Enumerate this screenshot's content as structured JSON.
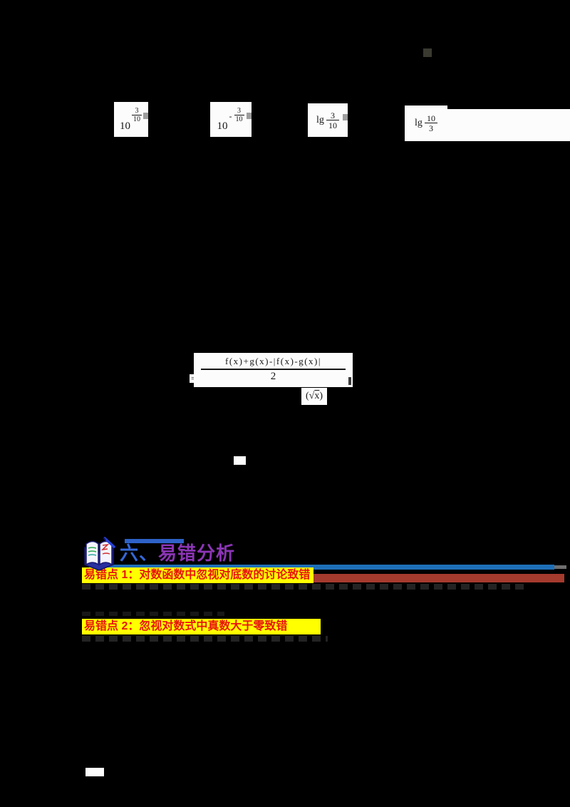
{
  "colors": {
    "page_bg": "#000000",
    "chip_bg": "#fcfcfc",
    "blue_line": "#1e6fb8",
    "red_bar": "#a53a2e",
    "highlight_yellow": "#ffff00",
    "error_text_red": "#e8150d",
    "heading_number_blue": "#3468d8",
    "heading_title_purple": "#8b35b5"
  },
  "options": [
    {
      "base": "10",
      "sign": "",
      "num": "3",
      "den": "10"
    },
    {
      "base": "10",
      "sign": "-",
      "num": "3",
      "den": "10"
    },
    {
      "prefix": "lg",
      "num": "3",
      "den": "10"
    },
    {
      "prefix": "lg",
      "num": "10",
      "den": "3"
    }
  ],
  "formula": {
    "equals": "=",
    "numerator": "f(x)+g(x)-|f(x)-g(x)|",
    "denominator": "2",
    "radical_open": "(",
    "radical_sign": "√",
    "radicand": "x",
    "radical_close": ")"
  },
  "section": {
    "number": "六、",
    "title": "易错分析"
  },
  "error_points": [
    {
      "label": "易错点 1：对数函数中忽视对底数的讨论致错"
    },
    {
      "label": "易错点 2：忽视对数式中真数大于零致错"
    }
  ]
}
